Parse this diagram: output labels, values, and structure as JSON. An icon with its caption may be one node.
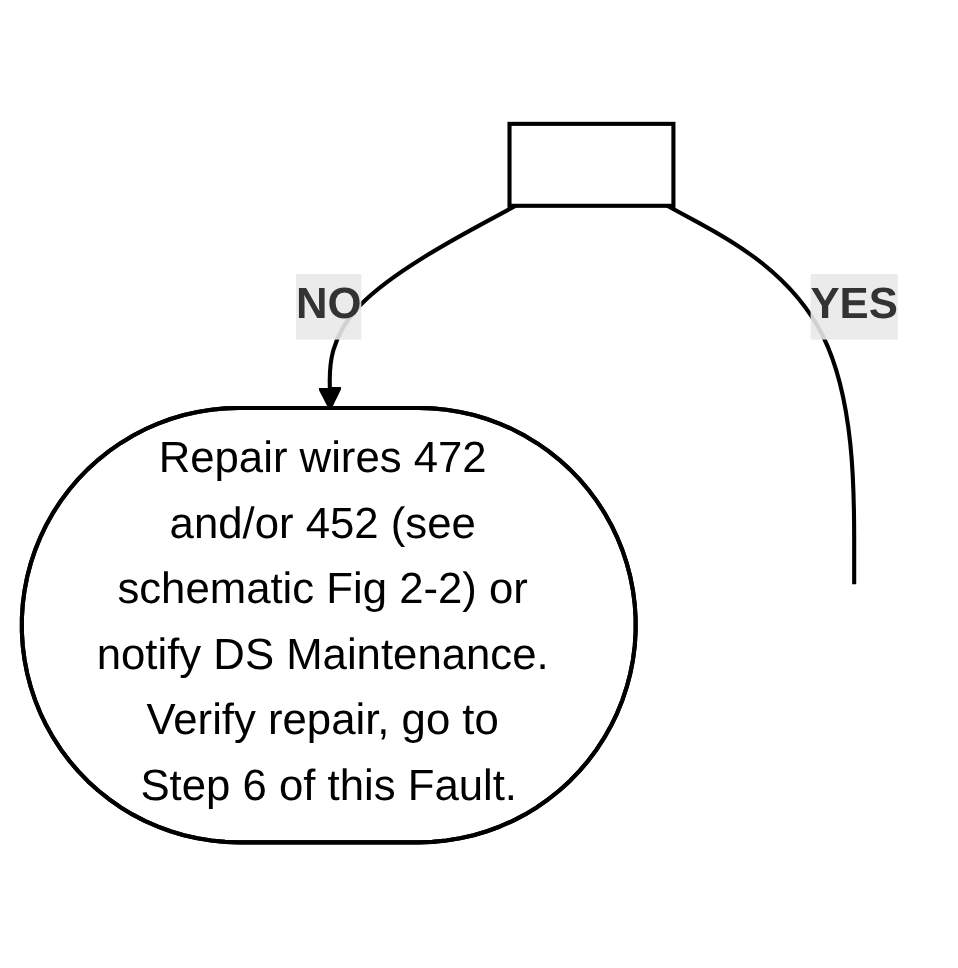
{
  "diagram": {
    "nodes": [
      {
        "text": [],
        "shape": "box"
      },
      {
        "text": [
          "Repair wires 472 and/or 452 (see schematic Fig 2-2) or notify DS Maintenance. Verify repair, go to Step 6 of this Fault."
        ]
      }
    ],
    "edges": [
      {
        "from": 0,
        "to": 1,
        "arrow": "to",
        "label": "NO"
      },
      {
        "from": 0,
        "to": null,
        "arrow": "none",
        "label": "YES"
      }
    ]
  }
}
